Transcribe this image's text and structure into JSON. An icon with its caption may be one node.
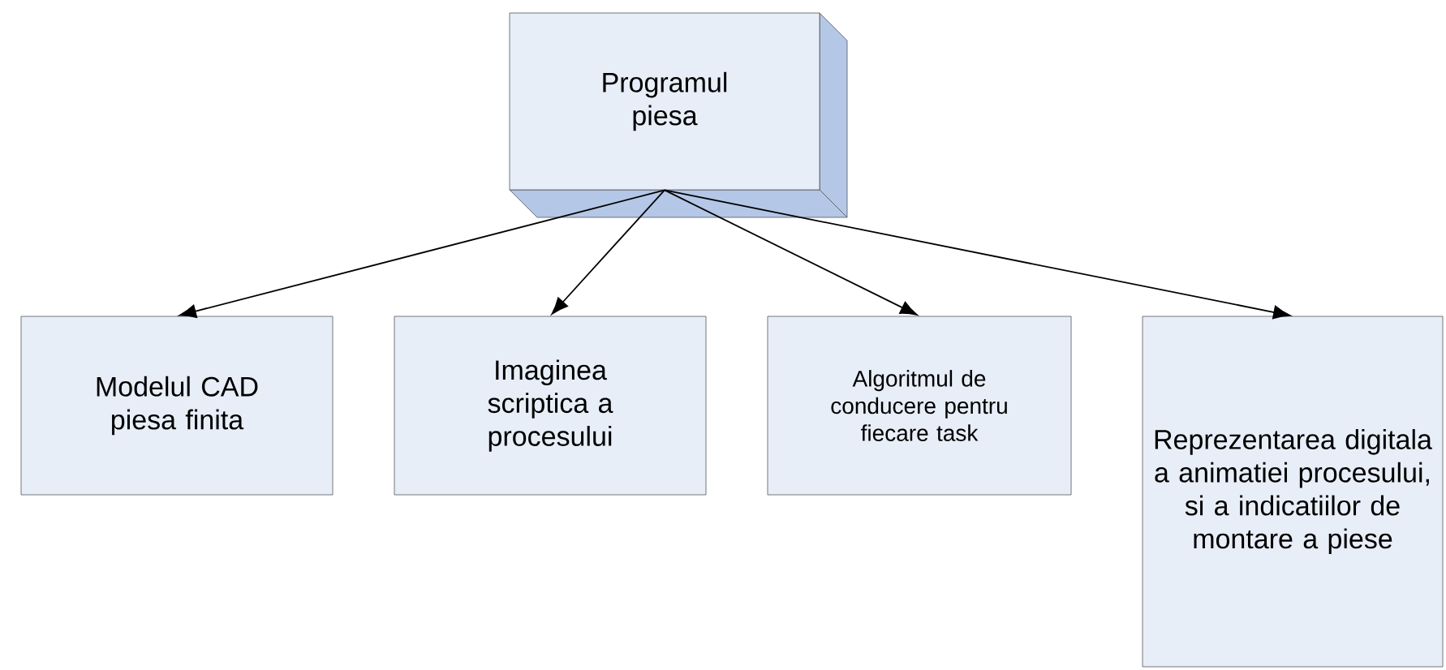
{
  "diagram": {
    "nodes": [
      {
        "text": [
          "Programul piesa"
        ]
      },
      {
        "text": [
          "Modelul CAD piesa finita"
        ]
      },
      {
        "text": [
          "Imaginea scriptica a procesului"
        ]
      },
      {
        "text": [
          "Algoritmul de conducere pentru fiecare task"
        ]
      },
      {
        "text": [
          "Reprezentarea digitala a animatiei procesului, si a indicatiilor de montare a piese"
        ]
      }
    ],
    "edges": [
      {
        "from": 0,
        "to": 1,
        "arrow": "to"
      },
      {
        "from": 0,
        "to": 2,
        "arrow": "to"
      },
      {
        "from": 0,
        "to": 3,
        "arrow": "to"
      },
      {
        "from": 0,
        "to": 4,
        "arrow": "to"
      }
    ]
  }
}
